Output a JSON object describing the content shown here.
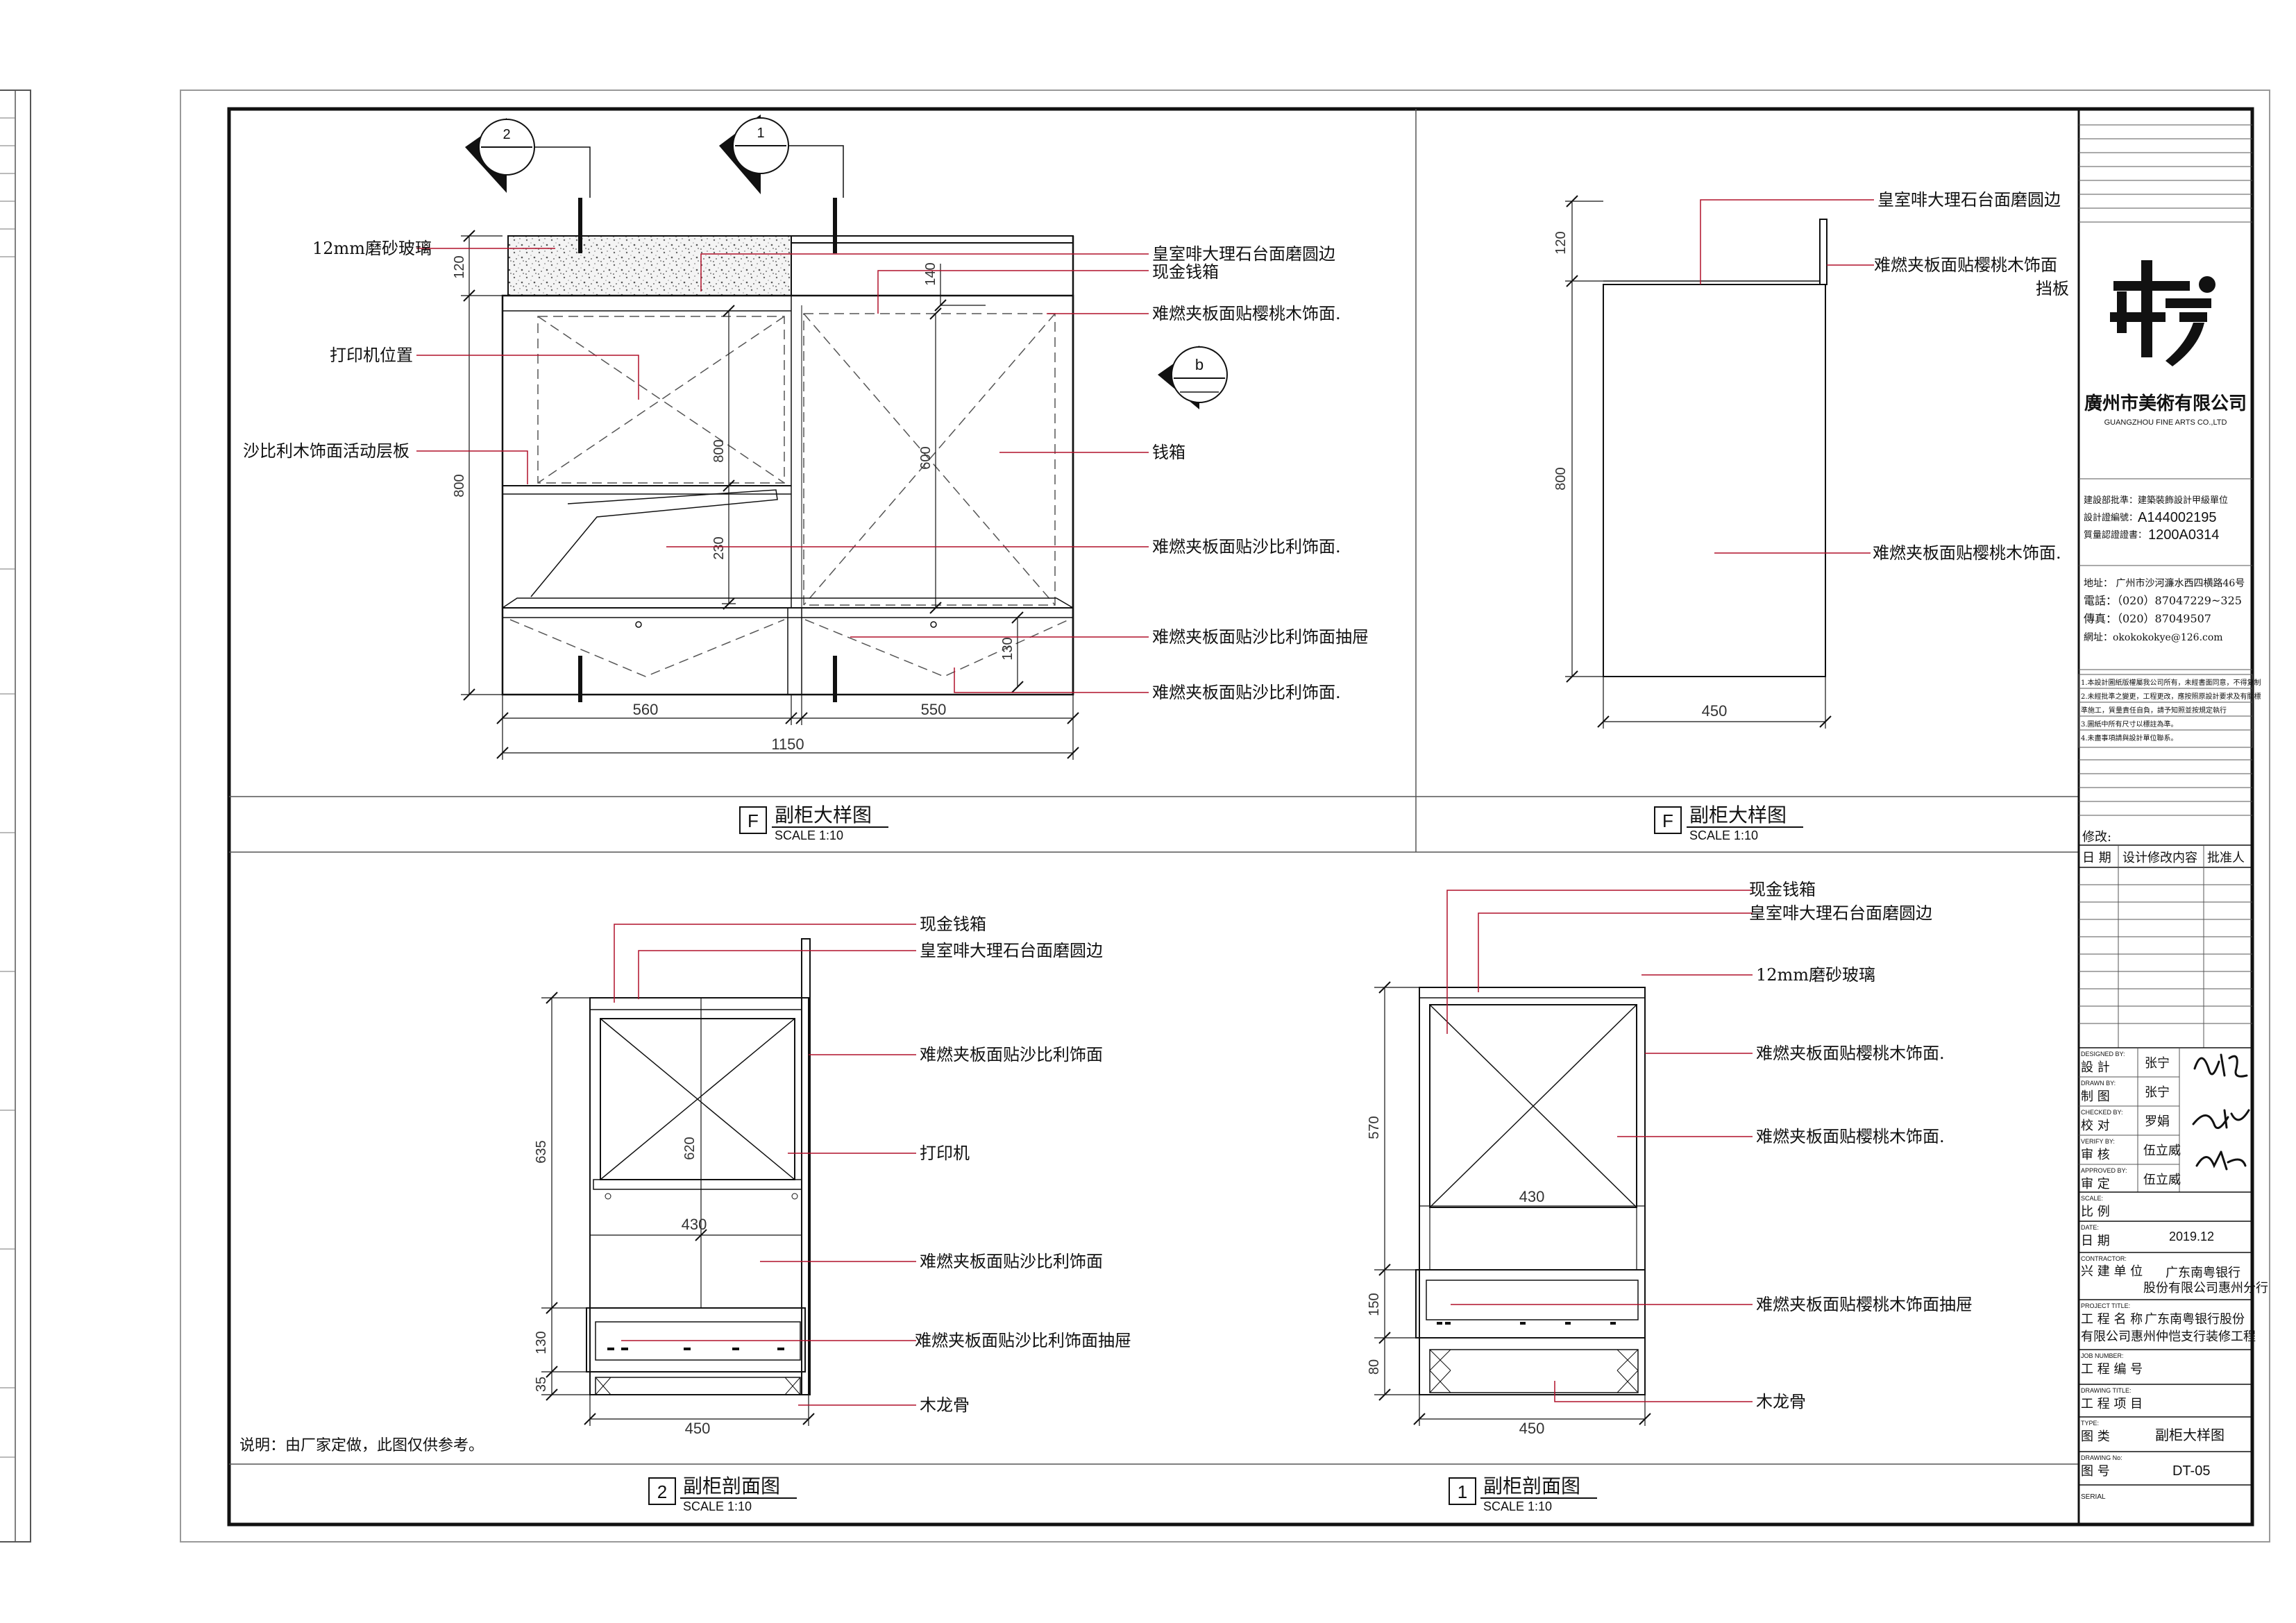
{
  "views": {
    "front_left": {
      "labels": {
        "glass": "12mm磨砂玻璃",
        "printer_pos": "打印机位置",
        "shelf": "沙比利木饰面活动层板",
        "marble": "皇室啡大理石台面磨圆边",
        "safe": "现金钱箱",
        "veneer_cherry": "难燃夹板面贴樱桃木饰面.",
        "cashbox": "钱箱",
        "veneer_sapele": "难燃夹板面贴沙比利饰面.",
        "drawer_sapele": "难燃夹板面贴沙比利饰面抽屉",
        "veneer_sapele_2": "难燃夹板面贴沙比利饰面."
      },
      "dims": {
        "d120": "120",
        "d800": "800",
        "d560": "560",
        "d550": "550",
        "d1150": "1150",
        "d140": "140",
        "d800b": "800",
        "d600": "600",
        "d230": "230",
        "d130": "130"
      },
      "section_marks": {
        "m2": "2",
        "m1": "1",
        "mb": "b"
      },
      "title": {
        "letter": "F",
        "name": "副柜大样图",
        "scale": "SCALE 1:10"
      }
    },
    "front_right": {
      "labels": {
        "marble": "皇室啡大理石台面磨圆边",
        "cherry_board_1": "难燃夹板面贴樱桃木饰面",
        "cherry_board_2": "挡板",
        "cherry": "难燃夹板面贴樱桃木饰面."
      },
      "dims": {
        "d120": "120",
        "d800": "800",
        "d450": "450"
      },
      "title": {
        "letter": "F",
        "name": "副柜大样图",
        "scale": "SCALE 1:10"
      }
    },
    "section_2": {
      "labels": {
        "safe": "现金钱箱",
        "marble": "皇室啡大理石台面磨圆边",
        "sapele": "难燃夹板面贴沙比利饰面",
        "printer": "打印机",
        "sapele_2": "难燃夹板面贴沙比利饰面",
        "drawer": "难燃夹板面贴沙比利饰面抽屉",
        "keel": "木龙骨"
      },
      "dims": {
        "d635": "635",
        "d620": "620",
        "d430": "430",
        "d130": "130",
        "d35": "35",
        "d450": "450"
      },
      "note": "说明：由厂家定做，此图仅供参考。",
      "title": {
        "letter": "2",
        "name": "副柜剖面图",
        "scale": "SCALE 1:10"
      }
    },
    "section_1": {
      "labels": {
        "safe": "现金钱箱",
        "marble": "皇室啡大理石台面磨圆边",
        "glass": "12mm磨砂玻璃",
        "cherry_1": "难燃夹板面贴樱桃木饰面.",
        "cherry_2": "难燃夹板面贴樱桃木饰面.",
        "drawer": "难燃夹板面贴樱桃木饰面抽屉",
        "keel": "木龙骨"
      },
      "dims": {
        "d570": "570",
        "d430": "430",
        "d150": "150",
        "d80": "80",
        "d450": "450"
      },
      "title": {
        "letter": "1",
        "name": "副柜剖面图",
        "scale": "SCALE 1:10"
      }
    }
  },
  "title_block": {
    "company_cn": "廣州市美術有限公司",
    "company_en": "GUANGZHOU FINE ARTS CO.,LTD",
    "qual_1": "建設部批準：建築裝飾設計甲級單位",
    "qual_2_label": "設計證編號：",
    "qual_2_value": "A144002195",
    "qual_3_label": "質量認證證書：",
    "qual_3_value": "1200A0314",
    "addr": "地址： 广州市沙河濂水西四横路46号",
    "tel": "電話：（020）87047229~325",
    "fax": "傳真：（020）87049507",
    "web": "網址：okokokokye@126.com",
    "notes": [
      "1.本設計圖紙版權屬我公司所有，未經書面同意，不得复制",
      "2.未經批準之變更，工程更改，應按照原設計要求及有關標",
      "  準施工，質量責任自負，請予知照並按規定執行",
      "3.圖紙中所有尺寸以標註為準。",
      "4.未盡事項請與設計單位聯系。"
    ],
    "revision": "修改:",
    "rev_cols": [
      "日 期",
      "设计修改内容",
      "批准人"
    ],
    "rows": [
      {
        "en": "DESIGNED BY:",
        "cn": "設 計",
        "val": "张宁"
      },
      {
        "en": "DRAWN BY:",
        "cn": "制 图",
        "val": "张宁"
      },
      {
        "en": "CHECKED BY:",
        "cn": "校 对",
        "val": "罗娟"
      },
      {
        "en": "VERIFY BY:",
        "cn": "审 核",
        "val": "伍立威"
      },
      {
        "en": "APPROVED BY:",
        "cn": "审 定",
        "val": "伍立威"
      }
    ],
    "scale_en": "SCALE:",
    "scale_cn": "比 例",
    "date_en": "DATE:",
    "date_cn": "日 期",
    "date_val": "2019.12",
    "contractor_en": "CONTRACTOR:",
    "contractor_cn": "兴 建 单 位",
    "contractor_val_1": "广东南粤银行",
    "contractor_val_2": "股份有限公司惠州分行",
    "project_en": "PROJECT TITLE:",
    "project_cn": "工 程 名 称",
    "project_val_1": "广东南粤银行股份",
    "project_val_2": "有限公司惠州仲恺支行装修工程",
    "job_en": "JOB NUMBER:",
    "job_cn": "工 程 编 号",
    "drawing_en": "DRAWING TITLE:",
    "drawing_cn": "工 程 项 目",
    "type_en": "TYPE:",
    "type_cn": "图  类",
    "type_val": "副柜大样图",
    "drawno_en": "DRAWING No:",
    "drawno_cn": "图  号",
    "drawno_val": "DT-05",
    "serial_en": "SERIAL"
  },
  "colors": {
    "leader": "#b0102a",
    "line": "#111111",
    "accent": "#cccccc"
  }
}
